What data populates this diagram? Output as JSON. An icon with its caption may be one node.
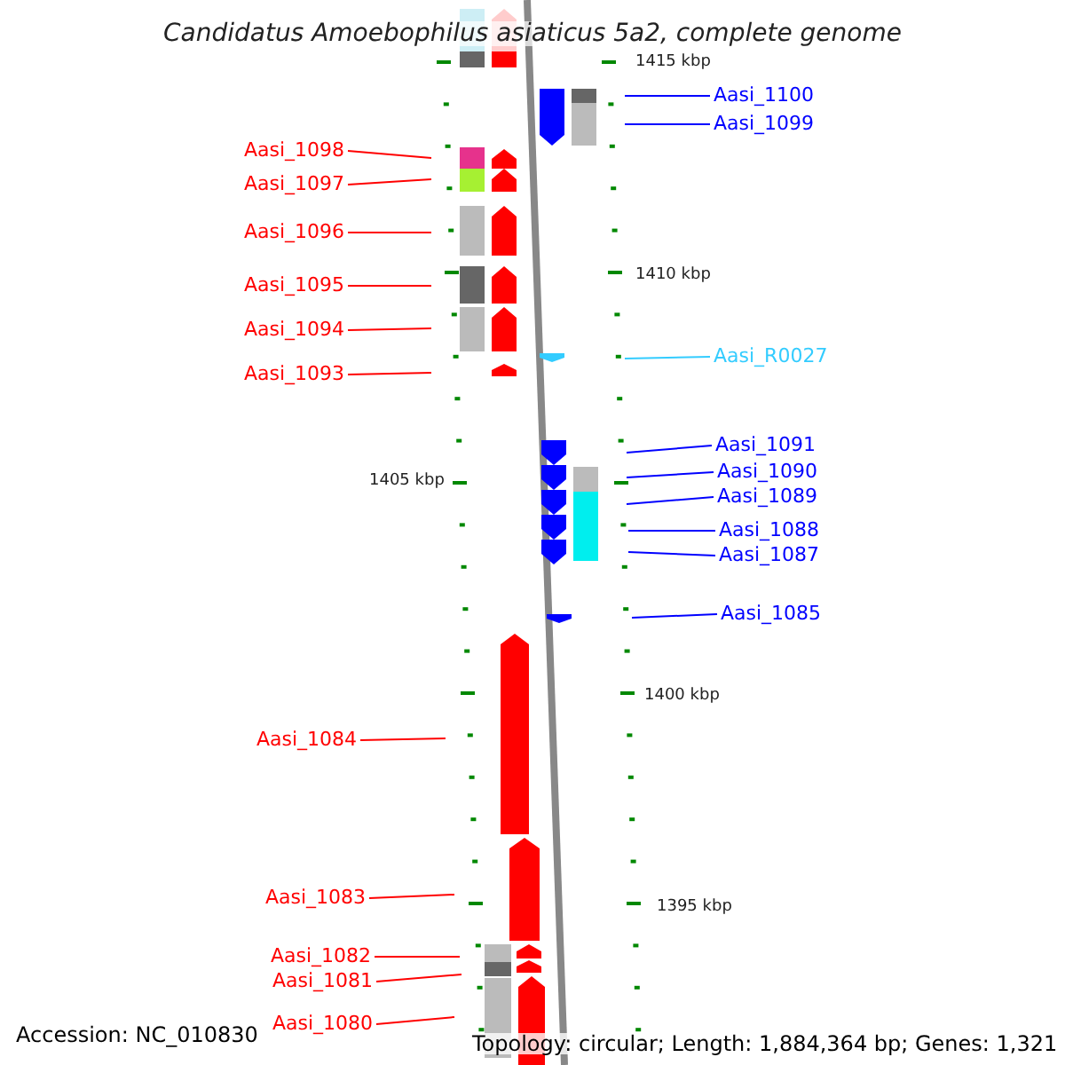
{
  "diagram": {
    "title": "Candidatus Amoebophilus asiaticus 5a2, complete genome",
    "nodes": [
      {
        "text": [
          "Aasi_1100"
        ]
      },
      {
        "text": [
          "Aasi_1099"
        ]
      },
      {
        "text": [
          "Aasi_1098"
        ]
      },
      {
        "text": [
          "Aasi_1097"
        ]
      },
      {
        "text": [
          "Aasi_1096"
        ]
      },
      {
        "text": [
          "Aasi_1095"
        ]
      },
      {
        "text": [
          "Aasi_1094"
        ]
      },
      {
        "text": [
          "Aasi_R0027"
        ]
      },
      {
        "text": [
          "Aasi_1093"
        ]
      },
      {
        "text": [
          "Aasi_1091"
        ]
      },
      {
        "text": [
          "Aasi_1090"
        ]
      },
      {
        "text": [
          "Aasi_1089"
        ]
      },
      {
        "text": [
          "Aasi_1088"
        ]
      },
      {
        "text": [
          "Aasi_1087"
        ]
      },
      {
        "text": [
          "Aasi_1085"
        ]
      },
      {
        "text": [
          "Aasi_1084"
        ]
      },
      {
        "text": [
          "Aasi_1083"
        ]
      },
      {
        "text": [
          "Aasi_1082"
        ]
      },
      {
        "text": [
          "Aasi_1081"
        ]
      },
      {
        "text": [
          "Aasi_1080"
        ]
      }
    ],
    "edges": [
      {
        "from": 0,
        "to": null,
        "arrow": "none",
        "color": "#0000ff"
      },
      {
        "from": 1,
        "to": null,
        "arrow": "none",
        "color": "#0000ff"
      },
      {
        "from": 2,
        "to": null,
        "arrow": "none"
      },
      {
        "from": 3,
        "to": null,
        "arrow": "none"
      },
      {
        "from": 4,
        "to": null,
        "arrow": "none"
      },
      {
        "from": 5,
        "to": null,
        "arrow": "none"
      },
      {
        "from": 6,
        "to": null,
        "arrow": "none"
      },
      {
        "from": 7,
        "to": null,
        "arrow": "none",
        "color": "#33ccff"
      },
      {
        "from": 8,
        "to": null,
        "arrow": "none"
      },
      {
        "from": 9,
        "to": null,
        "arrow": "none",
        "color": "#0000ff"
      },
      {
        "from": 10,
        "to": null,
        "arrow": "none",
        "color": "#0000ff"
      },
      {
        "from": 11,
        "to": null,
        "arrow": "none",
        "color": "#0000ff"
      },
      {
        "from": 12,
        "to": null,
        "arrow": "none",
        "color": "#0000ff"
      },
      {
        "from": 13,
        "to": null,
        "arrow": "none",
        "color": "#0000ff"
      },
      {
        "from": 14,
        "to": null,
        "arrow": "none",
        "color": "#0000ff"
      },
      {
        "from": 15,
        "to": null,
        "arrow": "none"
      },
      {
        "from": 16,
        "to": null,
        "arrow": "none"
      },
      {
        "from": 17,
        "to": null,
        "arrow": "none"
      },
      {
        "from": 18,
        "to": null,
        "arrow": "none"
      },
      {
        "from": 19,
        "to": null,
        "arrow": "none"
      }
    ],
    "labels": [
      "1415 kbp",
      "1410 kbp",
      "1405 kbp",
      "1400 kbp",
      "1395 kbp",
      "Accession: NC_010830",
      "Topology: circular; Length: 1,884,364 bp; Genes: 1,321"
    ]
  }
}
